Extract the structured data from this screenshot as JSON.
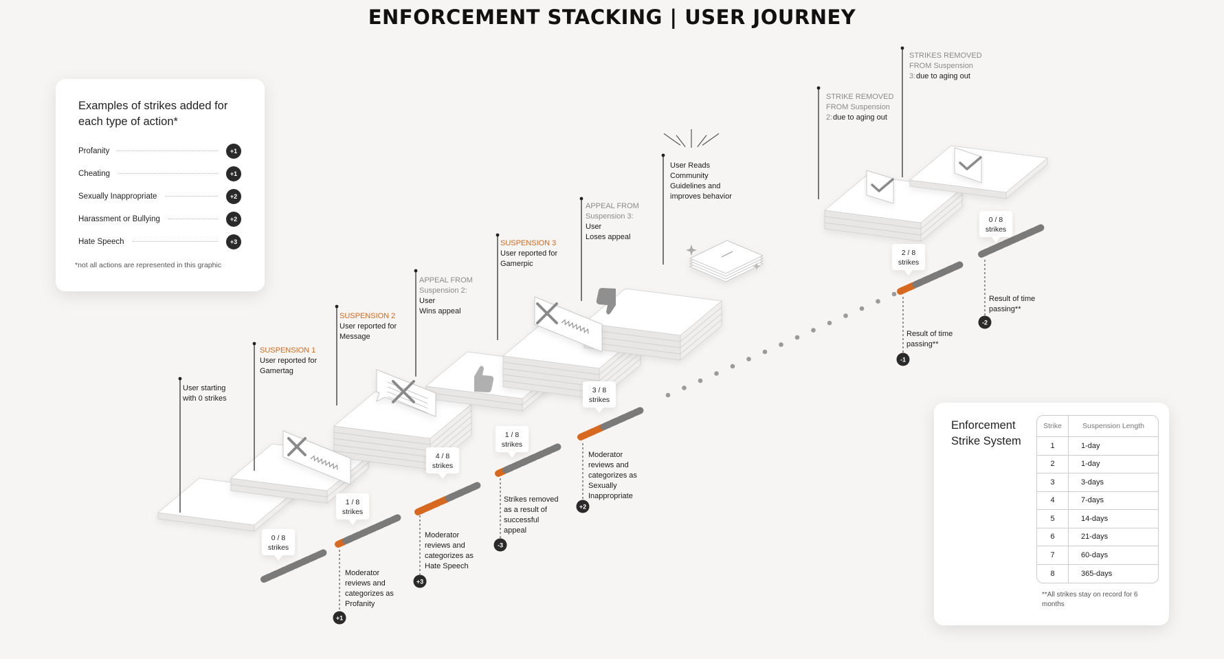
{
  "title": "ENFORCEMENT STACKING | USER JOURNEY",
  "examples_card": {
    "heading": "Examples of strikes added for each type of action*",
    "rows": [
      {
        "label": "Profanity",
        "badge": "+1"
      },
      {
        "label": "Cheating",
        "badge": "+1"
      },
      {
        "label": "Sexually Inappropriate",
        "badge": "+2"
      },
      {
        "label": "Harassment or Bullying",
        "badge": "+2"
      },
      {
        "label": "Hate Speech",
        "badge": "+3"
      }
    ],
    "footnote": "*not all actions are represented in this graphic"
  },
  "system_card": {
    "heading": "Enforcement Strike System",
    "col_strike": "Strike",
    "col_length": "Suspension Length",
    "rows": [
      {
        "strike": "1",
        "length": "1-day"
      },
      {
        "strike": "2",
        "length": "1-day"
      },
      {
        "strike": "3",
        "length": "3-days"
      },
      {
        "strike": "4",
        "length": "7-days"
      },
      {
        "strike": "5",
        "length": "14-days"
      },
      {
        "strike": "6",
        "length": "21-days"
      },
      {
        "strike": "7",
        "length": "60-days"
      },
      {
        "strike": "8",
        "length": "365-days"
      }
    ],
    "footnote": "**All strikes stay on record for 6 months"
  },
  "colors": {
    "orange": "#d6691f",
    "grey_bar": "#7a7a7a",
    "dark_badge": "#2a2a2a"
  },
  "annotations_above": [
    {
      "tag": "",
      "text": "User starting\nwith 0 strikes"
    },
    {
      "tag": "SUSPENSION 1",
      "text": "User reported for\nGamertag"
    },
    {
      "tag": "SUSPENSION 2",
      "text": "User reported for\nMessage"
    },
    {
      "grey": "APPEAL FROM\nSuspension 2:",
      "text": "User\nWins appeal"
    },
    {
      "tag": "SUSPENSION 3",
      "text": "User reported for\nGamerpic"
    },
    {
      "grey": "APPEAL FROM\nSuspension 3:",
      "text": "User\nLoses appeal"
    },
    {
      "tag": "",
      "text": "User Reads\nCommunity\nGuidelines and\nimproves behavior"
    },
    {
      "grey": "STRIKE REMOVED\nFROM Suspension\n2:",
      "text": "due to aging out"
    },
    {
      "grey": "STRIKES REMOVED\nFROM Suspension\n3:",
      "text": "due to aging out"
    }
  ],
  "annotations_below": [
    {
      "text": "Moderator\nreviews and\ncategorizes as\nProfanity",
      "badge": "+1"
    },
    {
      "text": "Moderator\nreviews and\ncategorizes as\nHate Speech",
      "badge": "+3"
    },
    {
      "text": "Strikes removed\nas a result of\nsuccessful\nappeal",
      "badge": "-3"
    },
    {
      "text": "Moderator\nreviews and\ncategorizes as\nSexually\nInappropriate",
      "badge": "+2"
    },
    {
      "text": "Result of time\npassing**",
      "badge": "-1"
    },
    {
      "text": "Result of time\npassing**",
      "badge": "-2"
    }
  ],
  "strike_meters": [
    {
      "label": "0 / 8\nstrikes",
      "filled": 0
    },
    {
      "label": "1 / 8\nstrikes",
      "filled": 1
    },
    {
      "label": "4 / 8\nstrikes",
      "filled": 4
    },
    {
      "label": "1 / 8\nstrikes",
      "filled": 1
    },
    {
      "label": "3 / 8\nstrikes",
      "filled": 3
    },
    {
      "label": "2 / 8\nstrikes",
      "filled": 2
    },
    {
      "label": "0 / 8\nstrikes",
      "filled": 0
    }
  ]
}
